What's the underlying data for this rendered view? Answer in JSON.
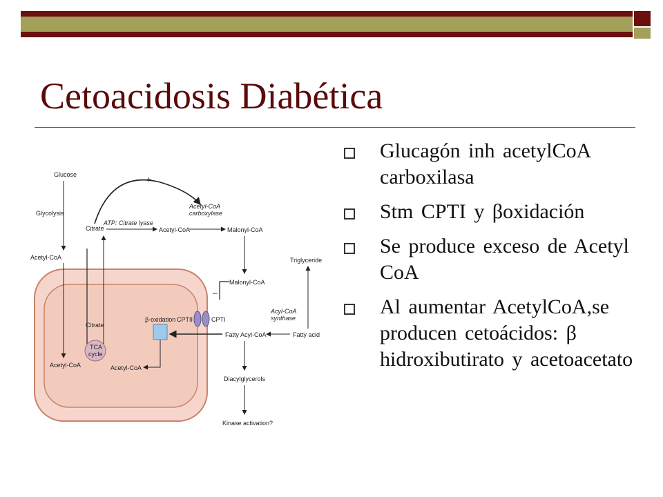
{
  "slide": {
    "title": "Cetoacidosis Diabética",
    "bullets": [
      {
        "text": "Glucagón inh acetylCoA carboxilasa"
      },
      {
        "text": "Stm CPTI y βoxidación"
      },
      {
        "text": "Se produce exceso de Acetyl CoA"
      },
      {
        "text": "Al aumentar AcetylCoA,se producen cetoácidos: β hidroxibutirato y acetoacetato"
      }
    ]
  },
  "diagram": {
    "labels": {
      "glucose": "Glucose",
      "glycolysis": "Glycolysis",
      "acetyl_coa_left": "Acetyl-CoA",
      "citrate_top": "Citrate",
      "atp_citrate_lyase": "ATP: Citrate lyase",
      "acetyl_coa_mid": "Acetyl-CoA",
      "plus": "+",
      "acetyl_coa_carboxylase_1": "Acetyl-CoA",
      "acetyl_coa_carboxylase_2": "carboxylase",
      "malonyl_coa_1": "Malonyl-CoA",
      "minus": "–",
      "malonyl_coa_2": "Malonyl-CoA",
      "triglyceride": "Triglyceride",
      "beta_oxidation": "β-oxidation",
      "cptii": "CPTII",
      "cpti": "CPTI",
      "acyl_coa_synthase_1": "Acyl-CoA",
      "acyl_coa_synthase_2": "synthase",
      "fatty_acyl_coa": "Fatty Acyl-CoA",
      "fatty_acid": "Fatty acid",
      "citrate_mito": "Citrate",
      "tca_1": "TCA",
      "tca_2": "cycle",
      "acetyl_coa_bottom_left": "Acetyl-CoA",
      "acetyl_coa_bottom_mid": "Acetyl-CoA",
      "diacylglycerols": "Diacylglycerols",
      "kinase_activation": "Kinase activation?"
    },
    "colors": {
      "cell_outer": "#f6d6cc",
      "cell_inner": "#f3cbbd",
      "membrane": "#c9826a",
      "tca_fill": "#d8b7c4",
      "cpt_fill": "#9a8fc4",
      "box_fill": "#9ec9ec"
    }
  },
  "theme": {
    "title_color": "#5a0a0a",
    "band_dark": "#6b0f0f",
    "band_olive": "#a3a05a"
  }
}
